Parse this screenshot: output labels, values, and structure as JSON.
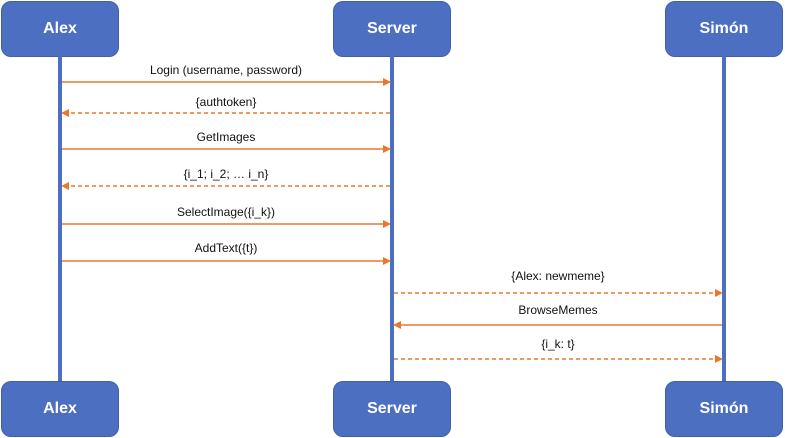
{
  "participants": [
    {
      "id": "alex",
      "name": "Alex"
    },
    {
      "id": "server",
      "name": "Server"
    },
    {
      "id": "simon",
      "name": "Simón"
    }
  ],
  "messages": [
    {
      "from": "alex",
      "to": "server",
      "label": "Login (username, password)",
      "style": "solid"
    },
    {
      "from": "server",
      "to": "alex",
      "label": "{authtoken}",
      "style": "dashed"
    },
    {
      "from": "alex",
      "to": "server",
      "label": "GetImages",
      "style": "solid"
    },
    {
      "from": "server",
      "to": "alex",
      "label": "{i_1; i_2; … i_n}",
      "style": "dashed"
    },
    {
      "from": "alex",
      "to": "server",
      "label": "SelectImage({i_k})",
      "style": "solid"
    },
    {
      "from": "alex",
      "to": "server",
      "label": "AddText({t})",
      "style": "solid"
    },
    {
      "from": "server",
      "to": "simon",
      "label": "{Alex: newmeme}",
      "style": "dashed"
    },
    {
      "from": "simon",
      "to": "server",
      "label": "BrowseMemes",
      "style": "solid"
    },
    {
      "from": "server",
      "to": "simon",
      "label": "{i_k: t}",
      "style": "dashed"
    }
  ],
  "colors": {
    "participant": "#4c6fc2",
    "arrow": "#e8782e"
  }
}
